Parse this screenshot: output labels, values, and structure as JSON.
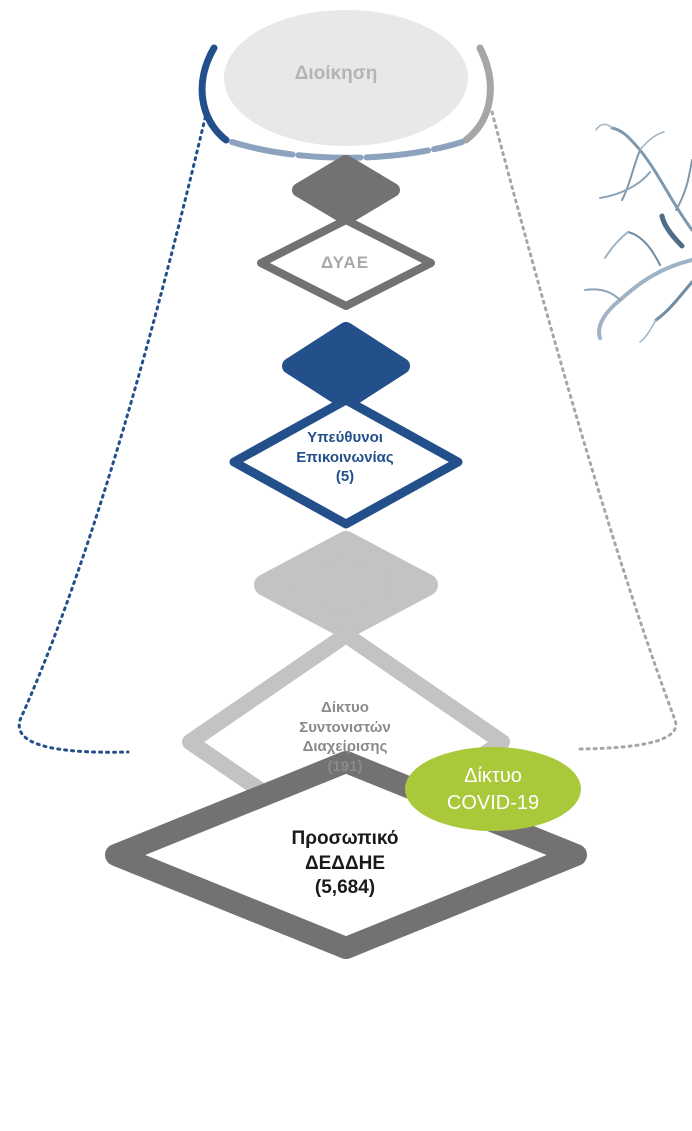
{
  "diagram": {
    "top_node": {
      "label": "Διοίκηση"
    },
    "levels": [
      {
        "id": "dyae",
        "lines": [
          "ΔΥΑΕ"
        ]
      },
      {
        "id": "comms",
        "lines": [
          "Υπεύθυνοι",
          "Επικοινωνίας",
          "(5)"
        ]
      },
      {
        "id": "coord",
        "lines": [
          "Δίκτυο",
          "Συντονιστών",
          "Διαχείρισης",
          "(191)"
        ]
      },
      {
        "id": "staff",
        "lines": [
          "Προσωπικό",
          "ΔΕΔΔΗΕ",
          "(5,684)"
        ]
      }
    ],
    "badge": {
      "lines": [
        "Δίκτυο",
        "COVID-19"
      ]
    }
  },
  "colors": {
    "dark_gray": "#737171",
    "mid_gray": "#a6a6a6",
    "light_gray": "#c3c3c3",
    "navy": "#234f8a",
    "lime": "#a9c93b",
    "top_fill": "#e8e8e8"
  },
  "icons": [
    "neuron-network-illustration"
  ]
}
